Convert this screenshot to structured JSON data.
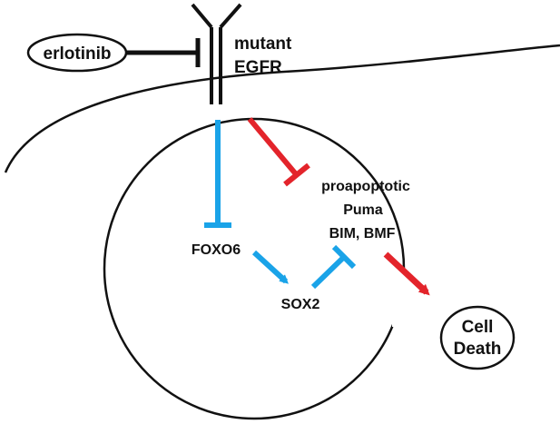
{
  "drug": {
    "label": "erlotinib"
  },
  "receptor": {
    "line1": "mutant",
    "line2": "EGFR"
  },
  "proapoptotic": {
    "line1": "proapoptotic",
    "line2": "Puma",
    "line3": "BIM, BMF"
  },
  "foxo6": {
    "label": "FOXO6"
  },
  "sox2": {
    "label": "SOX2"
  },
  "outcome": {
    "line1": "Cell",
    "line2": "Death"
  },
  "colors": {
    "activate_red": "#e3242b",
    "inhibit_blue": "#1aa3e8",
    "ink": "#111111"
  }
}
